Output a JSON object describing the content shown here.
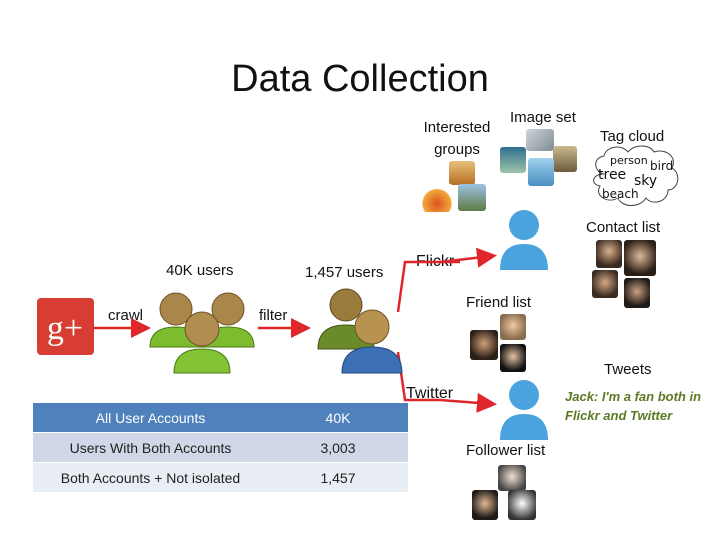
{
  "title": "Data Collection",
  "labels": {
    "image_set": "Image set",
    "interested_groups_l1": "Interested",
    "interested_groups_l2": "groups",
    "tag_cloud": "Tag cloud",
    "contact_list": "Contact list",
    "users_40k": "40K users",
    "users_1457": "1,457 users",
    "flickr": "Flickr",
    "crawl": "crawl",
    "filter": "filter",
    "friend_list": "Friend list",
    "tweets": "Tweets",
    "twitter": "Twitter",
    "follower_list": "Follower list"
  },
  "tag_cloud_words": {
    "person": "person",
    "bird": "bird",
    "tree": "tree",
    "sky": "sky",
    "beach": "beach"
  },
  "tweet_quote": "Jack: I'm a fan both in Flickr and Twitter",
  "logo": {
    "text": "g+",
    "color": "#d73d32"
  },
  "accounts_table": {
    "rows": [
      {
        "label": "All User Accounts",
        "value": "40K"
      },
      {
        "label": "Users With Both Accounts",
        "value": "3,003"
      },
      {
        "label": "Both Accounts + Not isolated",
        "value": "1,457"
      }
    ]
  },
  "colors": {
    "arrow": "#e0262b",
    "user_blue": "#4aa3df",
    "user_green": "#7dbb2f",
    "user_brown": "#9a7b3c",
    "table_header": "#4f81bd",
    "quote": "#5c7a24"
  }
}
